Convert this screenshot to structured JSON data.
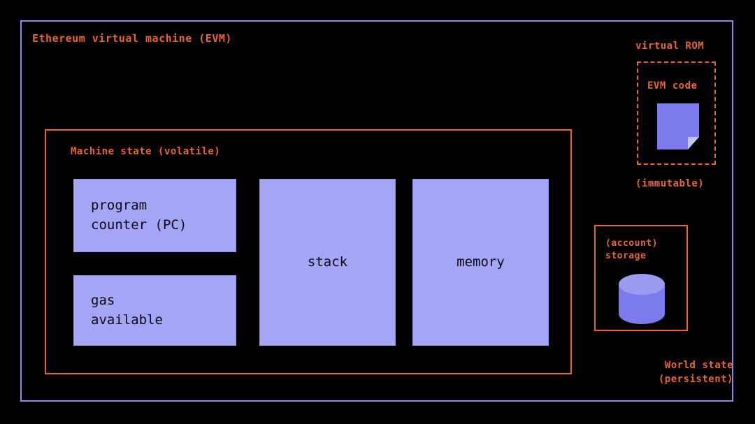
{
  "diagram": {
    "title": "Ethereum virtual machine (EVM)",
    "border_color": "#8a8af0",
    "accent_color": "#ea6430",
    "component_fill": "#a5a5f5",
    "background": "#000000"
  },
  "machine_state": {
    "title": "Machine state (volatile)",
    "border_color": "#ea6430",
    "components": [
      {
        "id": "program-counter",
        "label": "program\ncounter (PC)",
        "align": "left"
      },
      {
        "id": "gas-available",
        "label": "gas\navailable",
        "align": "left"
      },
      {
        "id": "stack",
        "label": "stack",
        "align": "center"
      },
      {
        "id": "memory",
        "label": "memory",
        "align": "center"
      }
    ]
  },
  "virtual_rom": {
    "title": "virtual ROM",
    "code_label": "EVM code",
    "icon": "document-icon",
    "note": "(immutable)",
    "border_style": "dashed"
  },
  "world_state": {
    "storage_label": "(account)\nstorage",
    "icon": "database-cylinder-icon",
    "note": "World state\n(persistent)",
    "border_style": "solid"
  }
}
